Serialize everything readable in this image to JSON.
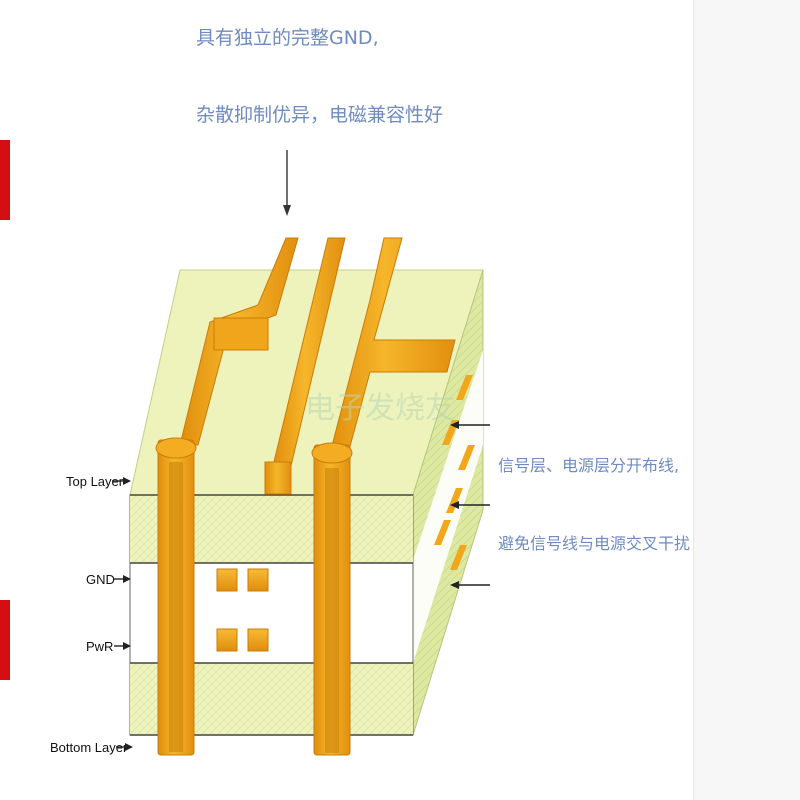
{
  "annotation_top": {
    "line1": "具有独立的完整GND,",
    "line2": "杂散抑制优异，电磁兼容性好"
  },
  "annotation_right": {
    "line1": "信号层、电源层分开布线,",
    "line2": "避免信号线与电源交叉干扰"
  },
  "layers": {
    "top": "Top Layer",
    "gnd": "GND",
    "pwr": "PwR",
    "bottom": "Bottom Layer"
  },
  "watermark": "电子发烧友",
  "colors": {
    "copper": "#f2a71b",
    "copper_dark": "#d8860a",
    "board": "#eef3bb",
    "board_side": "#dde8a0",
    "annotation_text": "#6f8bbf"
  }
}
